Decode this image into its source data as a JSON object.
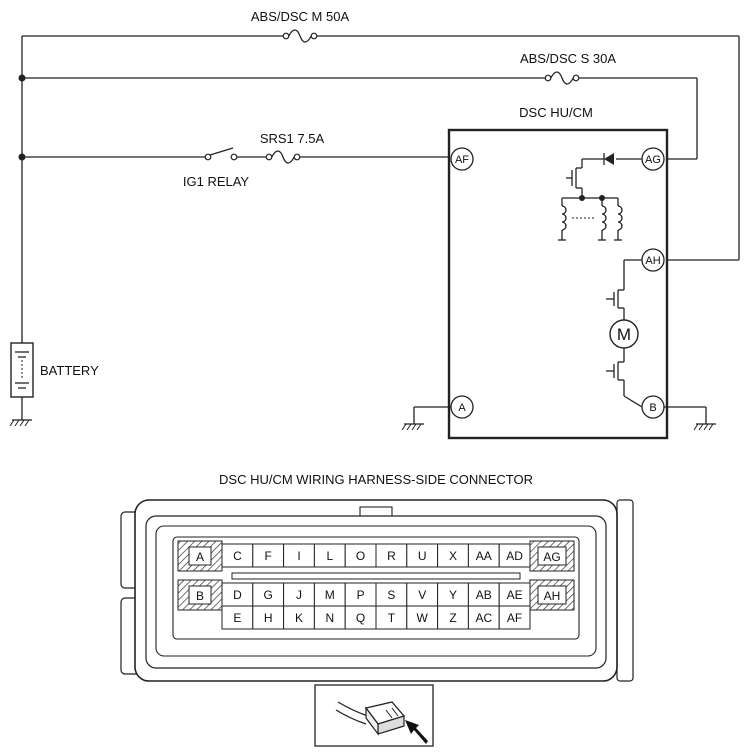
{
  "labels": {
    "fuse_m": "ABS/DSC M 50A",
    "fuse_s": "ABS/DSC S 30A",
    "fuse_srs": "SRS1 7.5A",
    "relay": "IG1 RELAY",
    "module": "DSC HU/CM",
    "battery": "BATTERY",
    "connector_title": "DSC HU/CM WIRING HARNESS-SIDE CONNECTOR",
    "motor": "M"
  },
  "terminals": {
    "AF": "AF",
    "AG": "AG",
    "AH": "AH",
    "A": "A",
    "B": "B"
  },
  "connector": {
    "row1": [
      "C",
      "F",
      "I",
      "L",
      "O",
      "R",
      "U",
      "X",
      "AA",
      "AD"
    ],
    "row2": [
      "D",
      "G",
      "J",
      "M",
      "P",
      "S",
      "V",
      "Y",
      "AB",
      "AE"
    ],
    "row3": [
      "E",
      "H",
      "K",
      "N",
      "Q",
      "T",
      "W",
      "Z",
      "AC",
      "AF"
    ],
    "left_top": "A",
    "left_bottom": "B",
    "right_top": "AG",
    "right_bottom": "AH"
  },
  "icons": {
    "view_direction": "connector-view-arrow-icon",
    "battery": "battery-icon",
    "ground": "ground-icon"
  }
}
